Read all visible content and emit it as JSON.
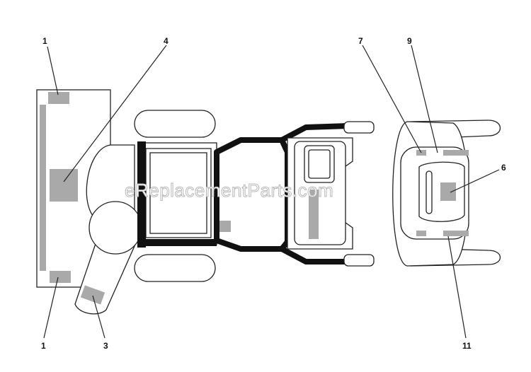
{
  "diagram": {
    "callouts": {
      "c1_top": "1",
      "c1_bottom": "1",
      "c3": "3",
      "c4": "4",
      "c6": "6",
      "c7": "7",
      "c9": "9",
      "c11": "11"
    },
    "watermark": "eReplacementParts.com",
    "colors": {
      "decal": "#a9a9a9",
      "outline": "#222222",
      "frame": "#111111"
    }
  }
}
